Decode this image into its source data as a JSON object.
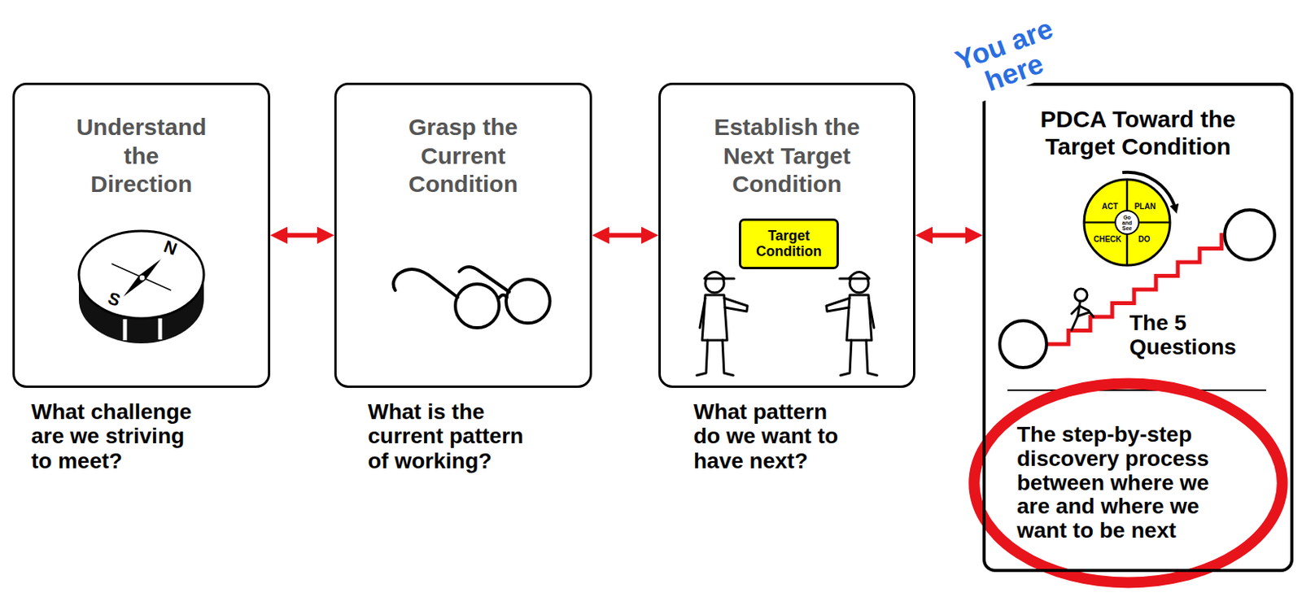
{
  "diagram": {
    "nodes": [
      {
        "text": [
          "Understand the Direction",
          "What challenge are we striving to meet?"
        ]
      },
      {
        "text": [
          "Grasp the Current Condition",
          "What is the current pattern of working?"
        ]
      },
      {
        "text": [
          "Establish the Next Target Condition",
          "What pattern do we want to have next?"
        ]
      },
      {
        "text": [
          "Target Condition"
        ],
        "in": 2
      },
      {
        "text": [
          "PDCA Toward the Target Condition",
          "The 5 Questions",
          "The step-by-step discovery process between where we are and where we want to be next"
        ]
      }
    ],
    "edges": [
      {
        "from": 0,
        "to": 1,
        "arrow": "both"
      },
      {
        "from": 1,
        "to": 2,
        "arrow": "both"
      },
      {
        "from": 2,
        "to": 4,
        "arrow": "both"
      }
    ],
    "labels": [
      "You are here",
      "N",
      "S",
      "ACT",
      "PLAN",
      "CHECK",
      "DO",
      "Go and See"
    ]
  }
}
